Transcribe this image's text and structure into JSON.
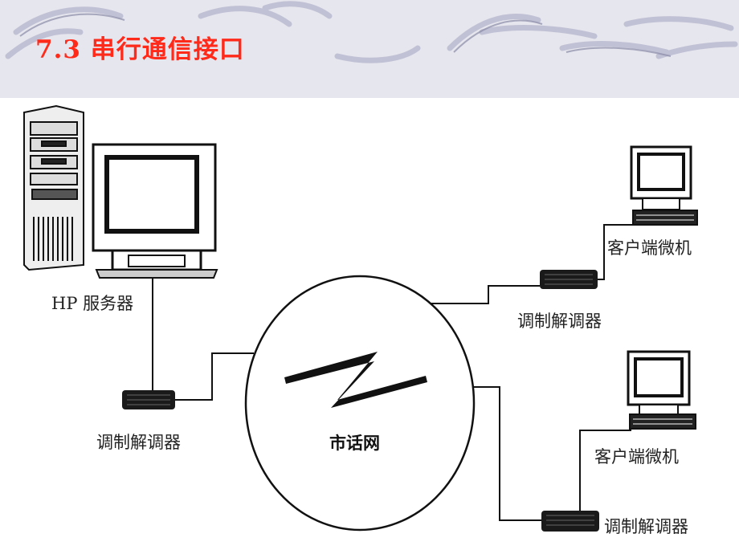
{
  "slide": {
    "title": "7.3  串行通信接口"
  },
  "diagram": {
    "server_label": "HP 服务器",
    "modem_left_label": "调制解调器",
    "network_label": "市话网",
    "client_top_label": "客户端微机",
    "modem_top_label": "调制解调器",
    "client_bottom_label": "客户端微机",
    "modem_bottom_label": "调制解调器"
  },
  "colors": {
    "title": "#ff2a1a",
    "background": "#e6e6ee",
    "line": "#111111"
  }
}
